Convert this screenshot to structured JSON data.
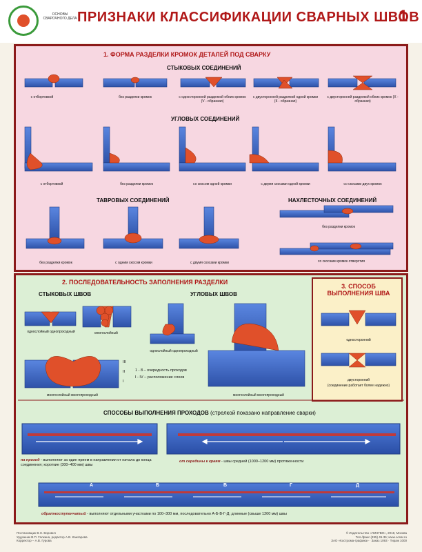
{
  "header": {
    "subtitle": "ОСНОВЫ СВАРОЧНОГО ДЕЛА",
    "title": "ПРИЗНАКИ КЛАССИФИКАЦИИ СВАРНЫХ ШВОВ",
    "number": "1"
  },
  "section1": {
    "title": "1. ФОРМА РАЗДЕЛКИ КРОМОК ДЕТАЛЕЙ ПОД СВАРКУ",
    "butt": {
      "heading": "СТЫКОВЫХ СОЕДИНЕНИЙ",
      "items": [
        "с отбортовкой",
        "без разделки кромок",
        "с односторонней разделкой обеих кромок (V - образная)",
        "с двусторонней разделкой одной кромки (К - образная)",
        "с двусторонней разделкой обеих кромок (Х - образная)"
      ]
    },
    "corner": {
      "heading": "УГЛОВЫХ СОЕДИНЕНИЙ",
      "items": [
        "с отбортовкой",
        "без разделки кромок",
        "со скосом одной кромки",
        "с двумя скосами одной кромки",
        "со скосами двух кромок"
      ]
    },
    "tee": {
      "heading": "ТАВРОВЫХ СОЕДИНЕНИЙ",
      "items": [
        "без разделки кромок",
        "с одним скосом кромки",
        "с двумя скосами кромки"
      ]
    },
    "lap": {
      "heading": "НАХЛЕСТОЧНЫХ СОЕДИНЕНИЙ",
      "items": [
        "без разделки кромок",
        "со скосами кромок отверстия"
      ]
    }
  },
  "section2": {
    "title": "2. ПОСЛЕДОВАТЕЛЬНОСТЬ ЗАПОЛНЕНИЯ РАЗДЕЛКИ",
    "butt": {
      "heading": "СТЫКОВЫХ ШВОВ",
      "single": "однослойный однопроходный",
      "multi": "многослойный",
      "multipass": "многослойный многопроходный"
    },
    "corner": {
      "heading": "УГЛОВЫХ ШВОВ",
      "single": "однослойный однопроходный",
      "multipass": "многослойный многопроходный"
    },
    "legend": [
      {
        "key": "1 - 8",
        "text": "очередность проходов"
      },
      {
        "key": "I - IV",
        "text": "расположение слоев"
      }
    ],
    "layer_labels": [
      "III",
      "II",
      "I"
    ],
    "passes_heading": "СПОСОБЫ ВЫПОЛНЕНИЯ ПРОХОДОВ",
    "passes_note": "(стрелкой показано направление сварки)",
    "method1": {
      "name": "на проход",
      "text": " - выполняют за один прием в направлении от начала до конца соединения; короткие (300–400 мм) швы"
    },
    "method2": {
      "name": "от середины к краям",
      "text": " - швы средней (1000–1200 мм) протяженности"
    },
    "method3": {
      "name": "обратноступенчатый",
      "text": " - выполняют отдельными участками по 100–300 мм, последовательно А-Б-В-Г-Д; длинные (свыше 1200 мм) швы"
    },
    "sections": [
      "А",
      "Б",
      "В",
      "Г",
      "Д"
    ]
  },
  "section3": {
    "title": "3. СПОСОБ ВЫПОЛНЕНИЯ ШВА",
    "one_sided": "односторонний",
    "two_sided": "двусторонний",
    "two_sided_note": "(соединение работает более надежно)"
  },
  "footer": {
    "left": [
      "Постановщик В.Н. Ворович",
      "Художник В.П. Галкина, редактор А.В. Кажгарова",
      "Корректор – А.В. Гурова"
    ],
    "right": [
      "© Издательство «ЛИНГВО», 2018, Москва",
      "Тел./факс (495) 45-36; www.ocsar.ru",
      "ЗАО «Кострома-графика» · Заказ 1093 · Тираж 1000"
    ]
  },
  "colors": {
    "frame": "#8b1a1a",
    "title": "#b01818",
    "plate": "#3e67c8",
    "weld": "#e0502a",
    "sec1": "#f7d7e1",
    "sec2": "#dcefd5",
    "sec3": "#fbf0c8"
  }
}
